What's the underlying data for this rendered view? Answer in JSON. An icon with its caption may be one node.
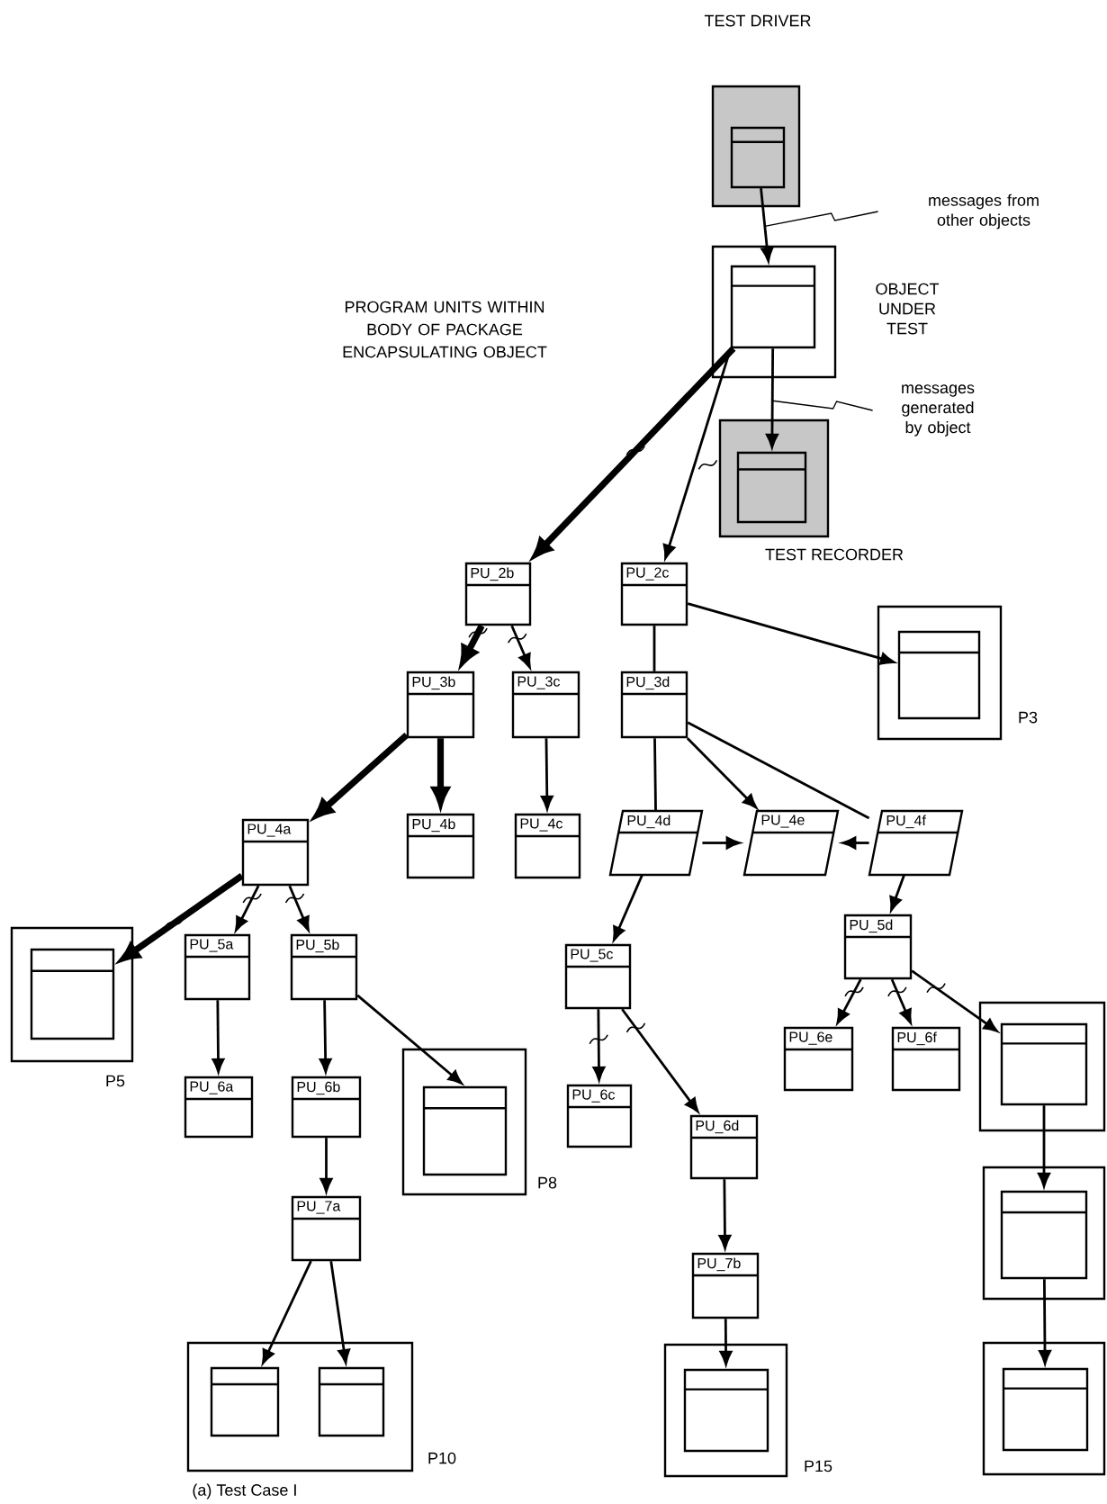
{
  "diagram": {
    "caption": "(a) Test Case I",
    "nodes": [
      {
        "text": [
          "TEST DRIVER"
        ]
      },
      {
        "text": [],
        "shape": "box",
        "in": 0
      },
      {
        "text": [],
        "shape": "box",
        "beside": [
          "OBJECT UNDER TEST"
        ]
      },
      {
        "text": [],
        "shape": "box",
        "in": 2
      },
      {
        "text": [
          "TEST RECORDER"
        ]
      },
      {
        "text": [],
        "shape": "box",
        "in": 4
      },
      {
        "text": [
          "messages from other objects"
        ]
      },
      {
        "text": [
          "messages generated by object"
        ]
      },
      {
        "text": [
          "PU_2b"
        ]
      },
      {
        "text": [
          "PU_2c"
        ]
      },
      {
        "text": [
          "PU_3b"
        ]
      },
      {
        "text": [
          "PU_3c"
        ]
      },
      {
        "text": [
          "PU_3d"
        ]
      },
      {
        "text": [],
        "shape": "box",
        "beside": [
          "P3"
        ]
      },
      {
        "text": [],
        "shape": "box",
        "in": 13
      },
      {
        "text": [
          "PU_4a"
        ]
      },
      {
        "text": [
          "PU_4b"
        ]
      },
      {
        "text": [
          "PU_4c"
        ]
      },
      {
        "text": [
          "PU_4d"
        ]
      },
      {
        "text": [
          "PU_4e"
        ]
      },
      {
        "text": [
          "PU_4f"
        ]
      },
      {
        "text": [],
        "shape": "box",
        "beside": [
          "P5"
        ]
      },
      {
        "text": [],
        "shape": "box",
        "in": 21
      },
      {
        "text": [
          "PU_5a"
        ]
      },
      {
        "text": [
          "PU_5b"
        ]
      },
      {
        "text": [
          "PU_5c"
        ]
      },
      {
        "text": [
          "PU_5d"
        ]
      },
      {
        "text": [
          "PU_6a"
        ]
      },
      {
        "text": [
          "PU_6b"
        ]
      },
      {
        "text": [],
        "shape": "box",
        "beside": [
          "P8"
        ]
      },
      {
        "text": [],
        "shape": "box",
        "in": 29
      },
      {
        "text": [
          "PU_6c"
        ]
      },
      {
        "text": [
          "PU_6d"
        ]
      },
      {
        "text": [
          "PU_6e"
        ]
      },
      {
        "text": [
          "PU_6f"
        ]
      },
      {
        "text": [],
        "shape": "box"
      },
      {
        "text": [],
        "shape": "box",
        "in": 35
      },
      {
        "text": [
          "PU_7a"
        ]
      },
      {
        "text": [
          "PU_7b"
        ]
      },
      {
        "text": [],
        "shape": "box"
      },
      {
        "text": [],
        "shape": "box",
        "in": 39
      },
      {
        "text": [],
        "shape": "box",
        "beside": [
          "P10"
        ]
      },
      {
        "text": [],
        "shape": "box",
        "in": 41
      },
      {
        "text": [],
        "shape": "box",
        "in": 41
      },
      {
        "text": [],
        "shape": "box",
        "beside": [
          "P15"
        ]
      },
      {
        "text": [],
        "shape": "box",
        "in": 44
      },
      {
        "text": [],
        "shape": "box"
      },
      {
        "text": [],
        "shape": "box",
        "in": 46
      }
    ],
    "edges": [
      {
        "from": 1,
        "to": 3,
        "arrow": "to"
      },
      {
        "from": 3,
        "to": 5,
        "arrow": "to"
      },
      {
        "from": 6,
        "to": null,
        "arrow": "none"
      },
      {
        "from": 7,
        "to": null,
        "arrow": "none"
      },
      {
        "from": 3,
        "to": 8,
        "arrow": "to",
        "style": "thick"
      },
      {
        "from": 3,
        "to": 9,
        "arrow": "to"
      },
      {
        "from": 8,
        "to": 10,
        "arrow": "to",
        "style": "thick"
      },
      {
        "from": 8,
        "to": 11,
        "arrow": "to"
      },
      {
        "from": 9,
        "to": 12,
        "arrow": "none"
      },
      {
        "from": 9,
        "to": 14,
        "arrow": "to"
      },
      {
        "from": 10,
        "to": 15,
        "arrow": "to",
        "style": "thick"
      },
      {
        "from": 10,
        "to": 16,
        "arrow": "to",
        "style": "thick"
      },
      {
        "from": 11,
        "to": 17,
        "arrow": "to"
      },
      {
        "from": 12,
        "to": 18,
        "arrow": "none"
      },
      {
        "from": 12,
        "to": 19,
        "arrow": "to"
      },
      {
        "from": 12,
        "to": 20,
        "arrow": "none"
      },
      {
        "from": 18,
        "to": 19,
        "arrow": "to"
      },
      {
        "from": 20,
        "to": 19,
        "arrow": "to"
      },
      {
        "from": 18,
        "to": 25,
        "arrow": "to"
      },
      {
        "from": 20,
        "to": 26,
        "arrow": "to"
      },
      {
        "from": 15,
        "to": 22,
        "arrow": "to",
        "style": "thick"
      },
      {
        "from": 15,
        "to": 23,
        "arrow": "to"
      },
      {
        "from": 15,
        "to": 24,
        "arrow": "to"
      },
      {
        "from": 23,
        "to": 27,
        "arrow": "to"
      },
      {
        "from": 24,
        "to": 28,
        "arrow": "to"
      },
      {
        "from": 24,
        "to": 30,
        "arrow": "to"
      },
      {
        "from": 25,
        "to": 31,
        "arrow": "to"
      },
      {
        "from": 25,
        "to": 32,
        "arrow": "to"
      },
      {
        "from": 26,
        "to": 33,
        "arrow": "to"
      },
      {
        "from": 26,
        "to": 34,
        "arrow": "to"
      },
      {
        "from": 26,
        "to": 36,
        "arrow": "to"
      },
      {
        "from": 28,
        "to": 37,
        "arrow": "to"
      },
      {
        "from": 32,
        "to": 38,
        "arrow": "to"
      },
      {
        "from": 36,
        "to": 40,
        "arrow": "to"
      },
      {
        "from": 37,
        "to": 42,
        "arrow": "to"
      },
      {
        "from": 37,
        "to": 43,
        "arrow": "to"
      },
      {
        "from": 38,
        "to": 45,
        "arrow": "to"
      },
      {
        "from": 40,
        "to": 47,
        "arrow": "to"
      }
    ],
    "labels": [
      "PROGRAM UNITS WITHIN BODY OF PACKAGE ENCAPSULATING OBJECT"
    ]
  }
}
